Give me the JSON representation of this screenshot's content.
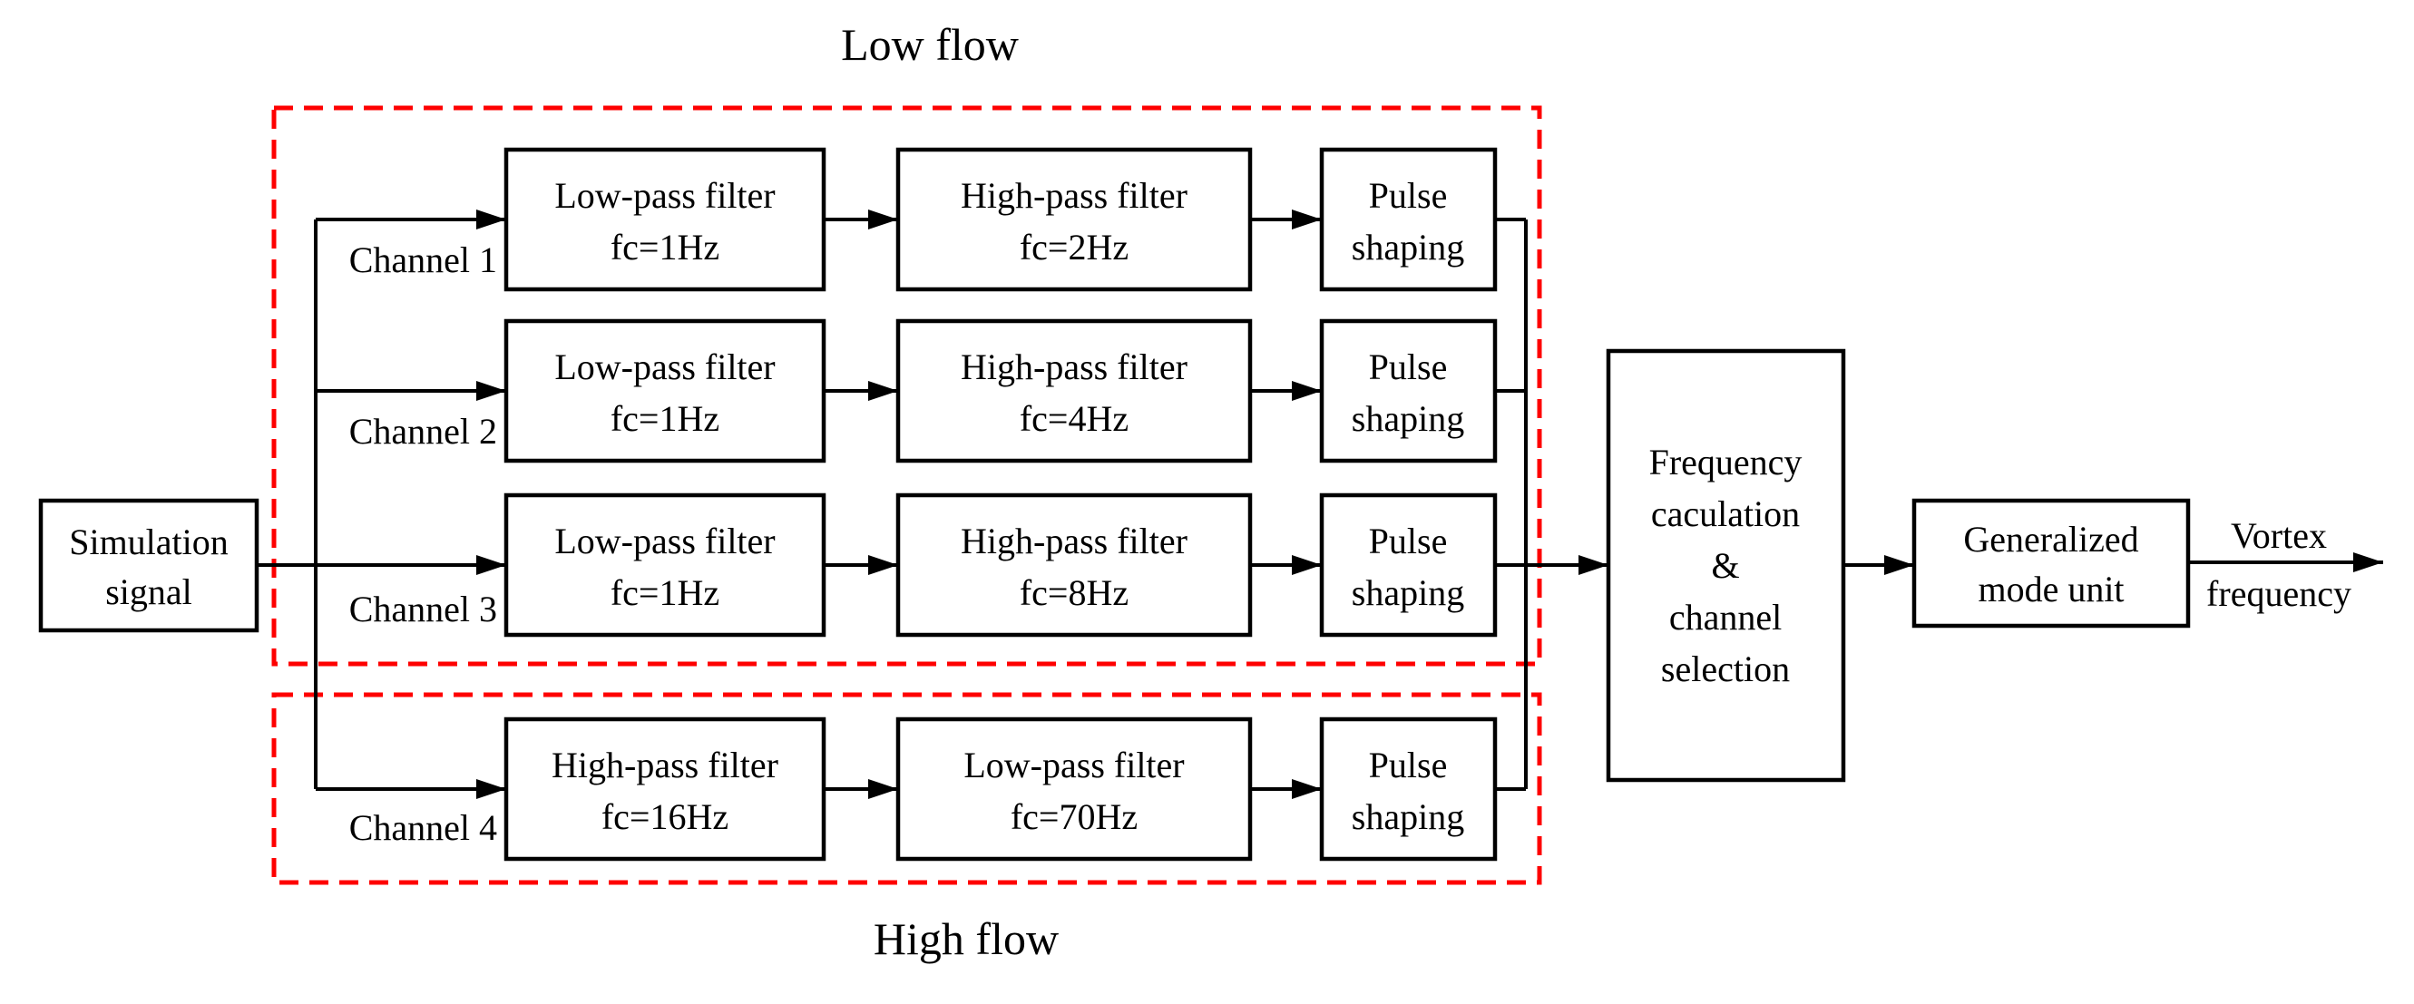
{
  "titles": {
    "low_flow": "Low flow",
    "high_flow": "High flow"
  },
  "colors": {
    "dashed_zone_red": "#fe0000",
    "line_black": "#000000",
    "background": "#ffffff"
  },
  "source_box": {
    "line1": "Simulation",
    "line2": "signal"
  },
  "channels": [
    {
      "label": "Channel 1",
      "filter1": {
        "line1": "Low-pass filter",
        "line2": "fc=1Hz"
      },
      "filter2": {
        "line1": "High-pass filter",
        "line2": "fc=2Hz"
      },
      "pulse": {
        "line1": "Pulse",
        "line2": "shaping"
      }
    },
    {
      "label": "Channel 2",
      "filter1": {
        "line1": "Low-pass filter",
        "line2": "fc=1Hz"
      },
      "filter2": {
        "line1": "High-pass filter",
        "line2": "fc=4Hz"
      },
      "pulse": {
        "line1": "Pulse",
        "line2": "shaping"
      }
    },
    {
      "label": "Channel 3",
      "filter1": {
        "line1": "Low-pass filter",
        "line2": "fc=1Hz"
      },
      "filter2": {
        "line1": "High-pass filter",
        "line2": "fc=8Hz"
      },
      "pulse": {
        "line1": "Pulse",
        "line2": "shaping"
      }
    },
    {
      "label": "Channel 4",
      "filter1": {
        "line1": "High-pass filter",
        "line2": "fc=16Hz"
      },
      "filter2": {
        "line1": "Low-pass filter",
        "line2": "fc=70Hz"
      },
      "pulse": {
        "line1": "Pulse",
        "line2": "shaping"
      }
    }
  ],
  "frequency_box": {
    "line1": "Frequency",
    "line2": "caculation",
    "line3": "&",
    "line4": "channel",
    "line5": "selection"
  },
  "generalized_box": {
    "line1": "Generalized",
    "line2": "mode unit"
  },
  "output_label": {
    "line1": "Vortex",
    "line2": "frequency"
  }
}
